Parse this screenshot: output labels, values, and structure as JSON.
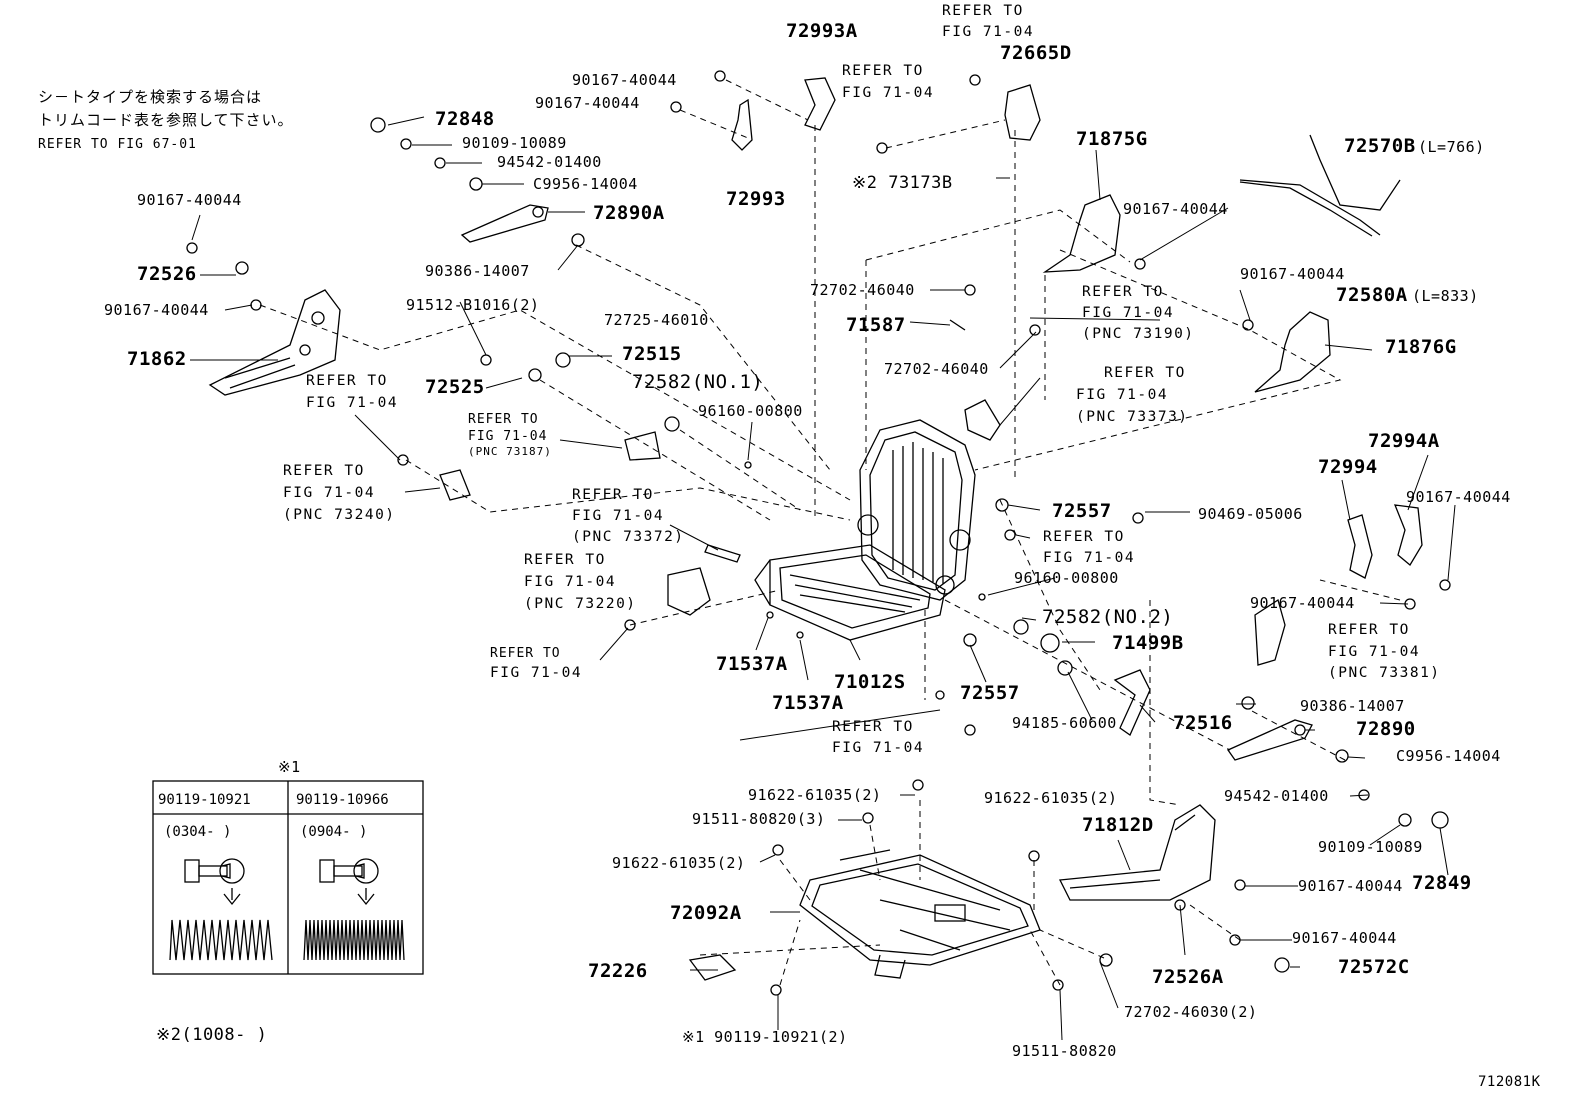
{
  "note_jp": {
    "line1": "シ－トタイプを検索する場合は",
    "line2": "トリムコード表を参照して下さい。",
    "line3": "REFER TO FIG 67-01"
  },
  "labels": {
    "p72993A": "72993A",
    "ref_top1": "REFER TO",
    "ref_top2": "FIG 71-04",
    "p72665D": "72665D",
    "p90167_a": "90167-40044",
    "p90167_b": "90167-40044",
    "ref_b1": "REFER TO",
    "ref_b2": "FIG 71-04",
    "p72848": "72848",
    "p90109_a": "90109-10089",
    "p94542_a": "94542-01400",
    "pC9956_a": "C9956-14004",
    "p72993": "72993",
    "p73173B": "※2 73173B",
    "p71875G": "71875G",
    "p72570B": "72570B",
    "p72570B_len": "(L=766)",
    "p90167_c": "90167-40044",
    "p72890A": "72890A",
    "p90167_d": "90167-40044",
    "p90386_a": "90386-14007",
    "p72526": "72526",
    "p90167_e": "90167-40044",
    "p90167_f": "90167-40044",
    "p72580A": "72580A",
    "p72580A_len": "(L=833)",
    "p72702_a": "72702-46040",
    "ref_c1": "REFER TO",
    "ref_c2": "FIG 71-04",
    "ref_c3": "(PNC 73190)",
    "p91512": "91512-B1016(2)",
    "p72725": "72725-46010",
    "p71587": "71587",
    "p71862": "71862",
    "p72515": "72515",
    "p72702_b": "72702-46040",
    "p71876G": "71876G",
    "ref_d1": "REFER TO",
    "ref_d2": "FIG 71-04",
    "p72525": "72525",
    "p72582_1": "72582(NO.1)",
    "ref_e1": "REFER TO",
    "ref_e2": "FIG 71-04",
    "ref_e3": "(PNC 73373)",
    "p96160_a": "96160-00800",
    "ref_f1": "REFER TO",
    "ref_f2": "FIG 71-04",
    "ref_f3": "(PNC 73187)",
    "p72994A": "72994A",
    "ref_g1": "REFER TO",
    "ref_g2": "FIG 71-04",
    "ref_g3": "(PNC 73240)",
    "p72994": "72994",
    "p90167_g": "90167-40044",
    "p72557_a": "72557",
    "p90469": "90469-05006",
    "ref_h1": "REFER TO",
    "ref_h2": "FIG 71-04",
    "ref_h3": "(PNC 73372)",
    "ref_i1": "REFER TO",
    "ref_i2": "FIG 71-04",
    "ref_j1": "REFER TO",
    "ref_j2": "FIG 71-04",
    "ref_j3": "(PNC 73220)",
    "p96160_b": "96160-00800",
    "p90167_h": "90167-40044",
    "p72582_2": "72582(NO.2)",
    "ref_k1": "REFER TO",
    "ref_k2": "FIG 71-04",
    "ref_k3": "(PNC 73381)",
    "ref_l1": "REFER TO",
    "ref_l2": "FIG 71-04",
    "p71499B": "71499B",
    "p71537A_a": "71537A",
    "p71012S": "71012S",
    "p72557_b": "72557",
    "p71537A_b": "71537A",
    "p90386_b": "90386-14007",
    "p94185": "94185-60600",
    "p72516": "72516",
    "p72890": "72890",
    "ref_m1": "REFER TO",
    "ref_m2": "FIG 71-04",
    "pC9956_b": "C9956-14004",
    "p94542_b": "94542-01400",
    "p91622_a": "91622-61035(2)",
    "p91622_b": "91622-61035(2)",
    "p91511_a": "91511-80820(3)",
    "p71812D": "71812D",
    "p90109_b": "90109-10089",
    "p91622_c": "91622-61035(2)",
    "p90167_i": "90167-40044",
    "p72849": "72849",
    "p72092A": "72092A",
    "p90167_j": "90167-40044",
    "p72526A": "72526A",
    "p72572C": "72572C",
    "p72226": "72226",
    "p72702_c": "72702-46030(2)",
    "p90119_btm": "※1 90119-10921(2)",
    "p91511_b": "91511-80820",
    "note2": "※2(1008-      )",
    "fig_id": "712081K"
  },
  "table": {
    "mark": "※1",
    "col1_part": "90119-10921",
    "col2_part": "90119-10966",
    "col1_date": "(0304-      )",
    "col2_date": "(0904-      )"
  }
}
